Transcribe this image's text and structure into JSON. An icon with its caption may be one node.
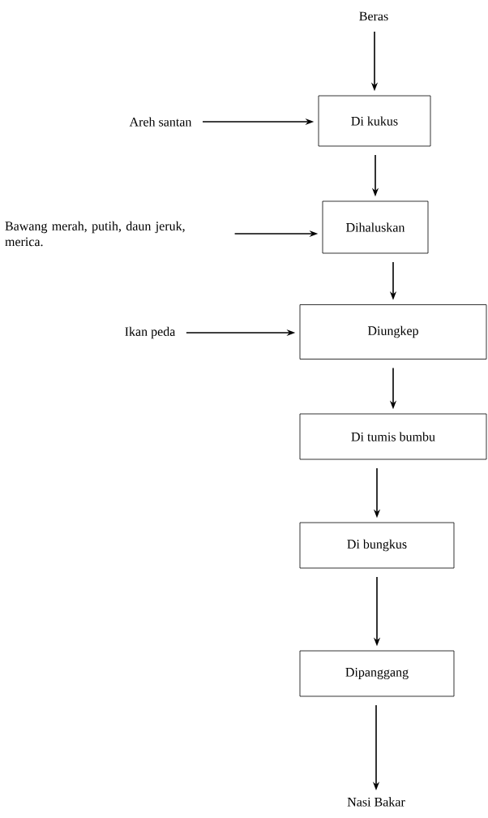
{
  "diagram": {
    "nodes": [
      {
        "text": [
          "Beras"
        ]
      },
      {
        "text": [
          "Areh santan"
        ]
      },
      {
        "text": [
          "Di kukus"
        ]
      },
      {
        "text": [
          "Bawang merah, putih, daun jeruk, merica."
        ]
      },
      {
        "text": [
          "Dihaluskan"
        ]
      },
      {
        "text": [
          "Ikan peda"
        ]
      },
      {
        "text": [
          "Diungkep"
        ]
      },
      {
        "text": [
          "Di tumis bumbu"
        ]
      },
      {
        "text": [
          "Di bungkus"
        ]
      },
      {
        "text": [
          "Dipanggang"
        ]
      },
      {
        "text": [
          "Nasi Bakar"
        ]
      }
    ],
    "edges": [
      {
        "from": 0,
        "to": 2,
        "arrow": "to"
      },
      {
        "from": 1,
        "to": 2,
        "arrow": "to"
      },
      {
        "from": 2,
        "to": 4,
        "arrow": "to"
      },
      {
        "from": 3,
        "to": 4,
        "arrow": "to"
      },
      {
        "from": 4,
        "to": 6,
        "arrow": "to"
      },
      {
        "from": 5,
        "to": 6,
        "arrow": "to"
      },
      {
        "from": 6,
        "to": 7,
        "arrow": "to"
      },
      {
        "from": 7,
        "to": 8,
        "arrow": "to"
      },
      {
        "from": 8,
        "to": 9,
        "arrow": "to"
      },
      {
        "from": 9,
        "to": 10,
        "arrow": "to"
      }
    ]
  }
}
